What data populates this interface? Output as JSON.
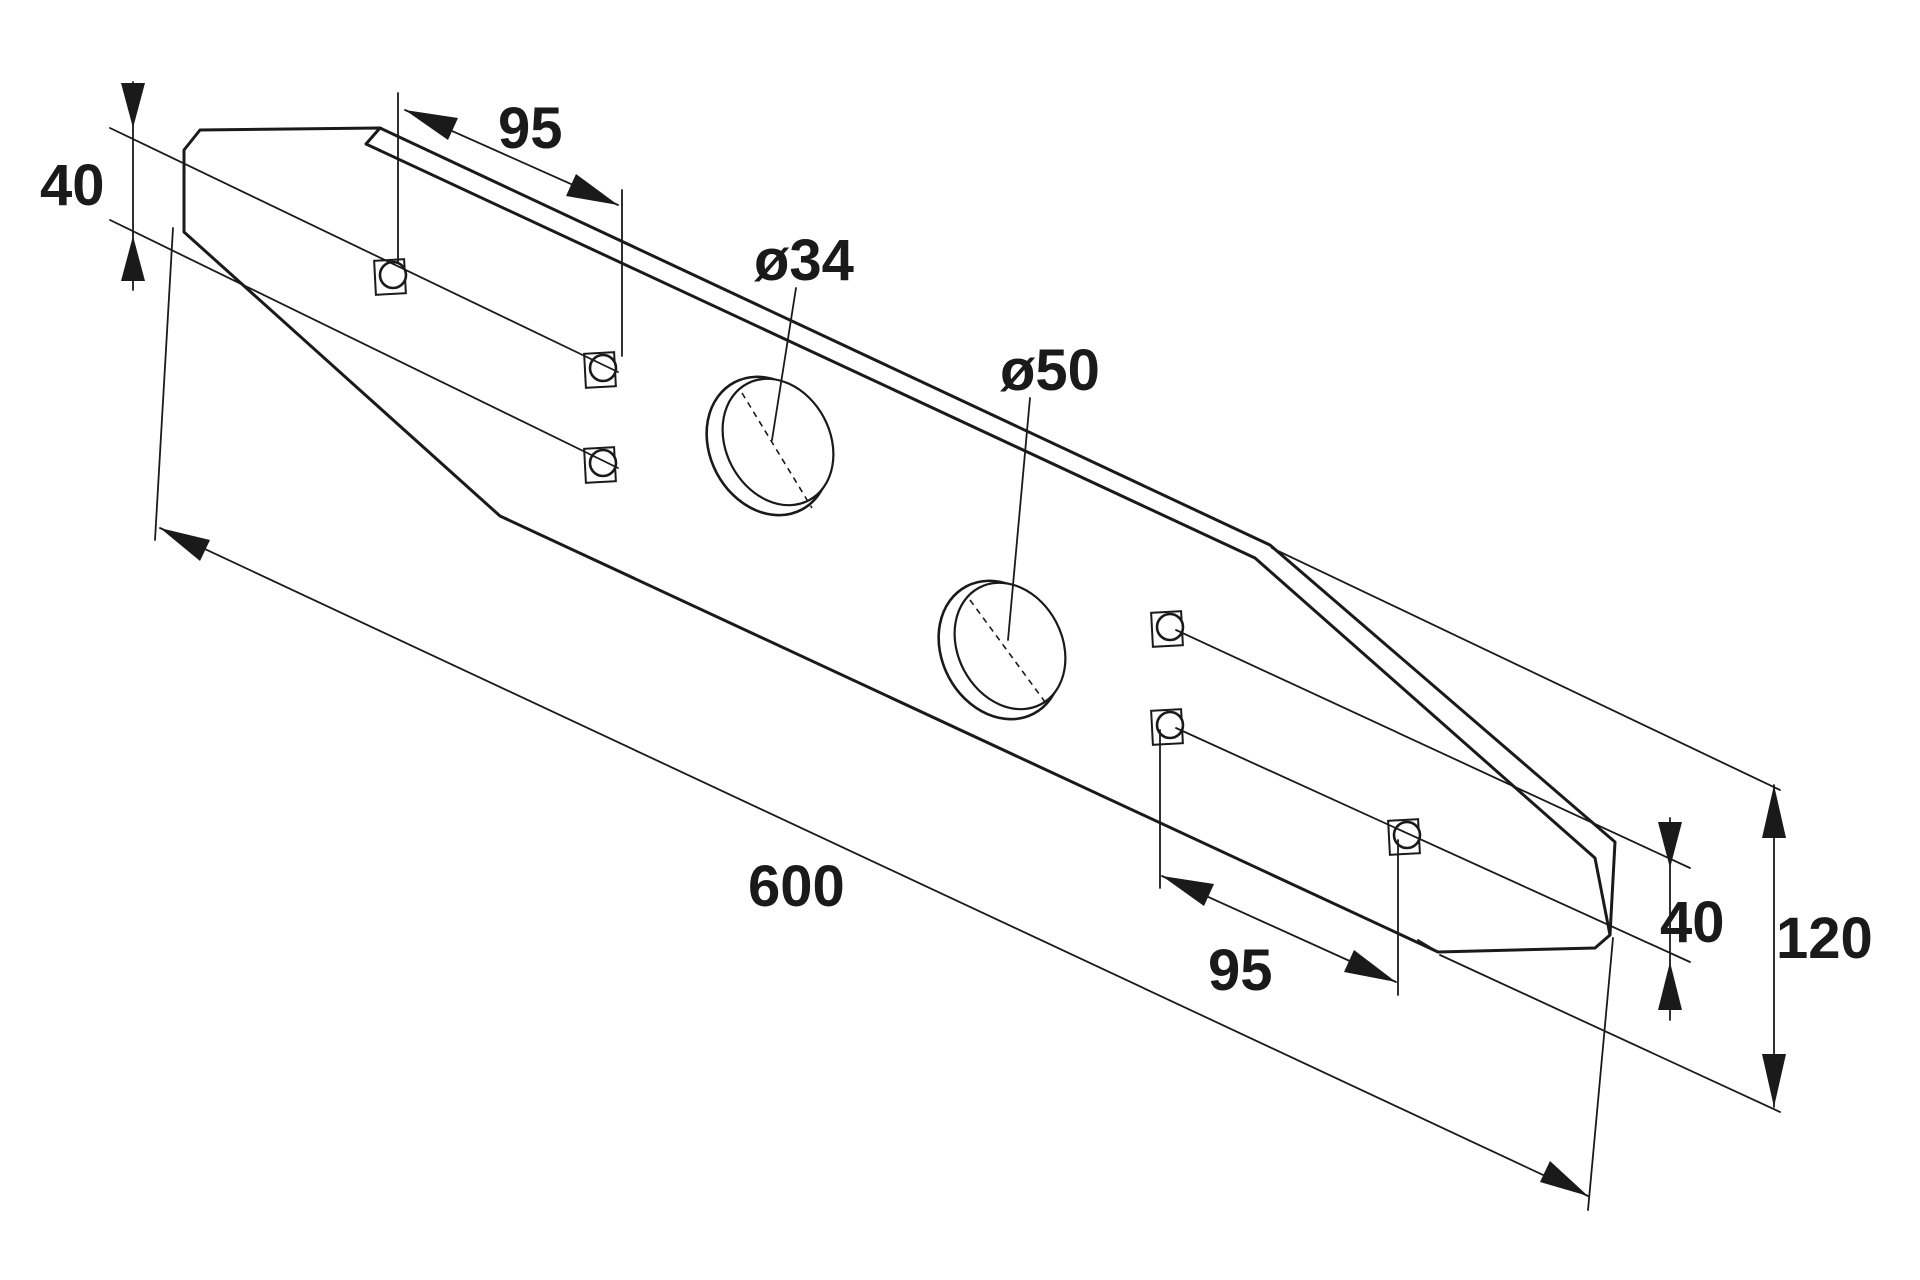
{
  "diagram": {
    "dimensions": {
      "length": "600",
      "width": "120",
      "hole_spacing_left_vertical": "40",
      "hole_spacing_right_vertical": "40",
      "hole_spacing_left_horizontal": "95",
      "hole_spacing_right_horizontal": "95",
      "hole_diameter_small": "ø34",
      "hole_diameter_large": "ø50"
    },
    "colors": {
      "line": "#1a1a1a",
      "background": "#ffffff"
    }
  }
}
